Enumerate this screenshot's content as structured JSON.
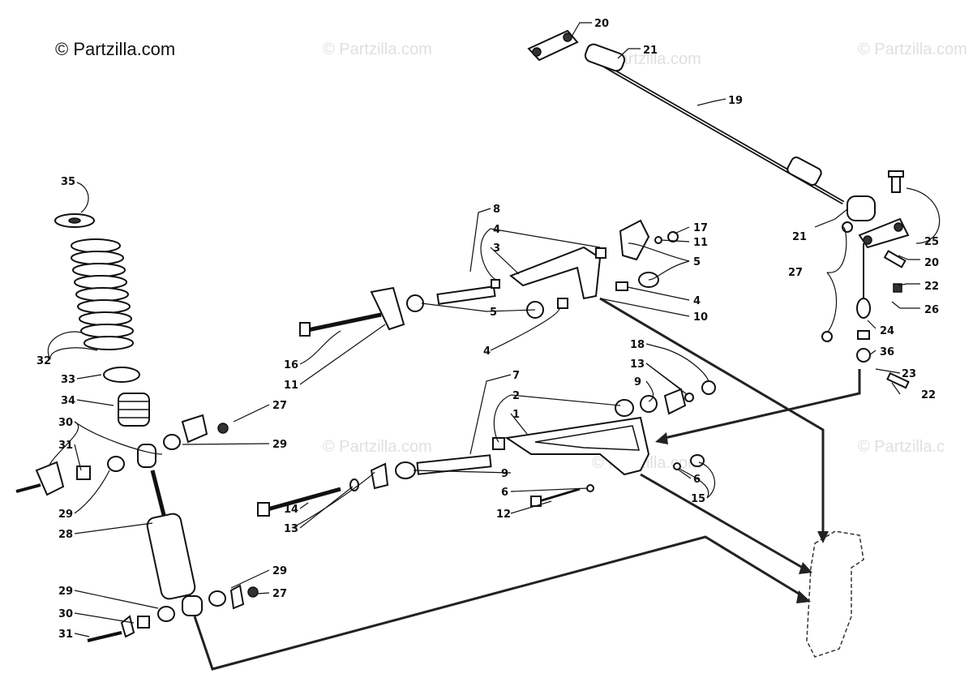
{
  "copyright": "© Partzilla.com",
  "watermarks": [
    "© Partzilla.com",
    "© Partzilla.com",
    "© Partzilla.com",
    "© Partzilla.com",
    "© Partzilla.com",
    "© Partzilla.c"
  ],
  "callouts": [
    "1",
    "2",
    "3",
    "4",
    "5",
    "6",
    "7",
    "8",
    "9",
    "10",
    "11",
    "12",
    "13",
    "14",
    "15",
    "16",
    "17",
    "18",
    "19",
    "20",
    "21",
    "22",
    "23",
    "24",
    "25",
    "26",
    "27",
    "28",
    "29",
    "30",
    "31",
    "32",
    "33",
    "34",
    "35",
    "36"
  ]
}
